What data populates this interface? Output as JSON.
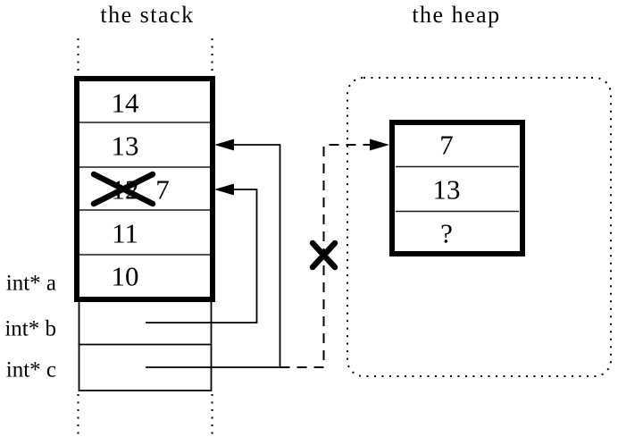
{
  "diagram": {
    "stack": {
      "title": "the stack",
      "cells": [
        {
          "value": "14"
        },
        {
          "value": "13"
        },
        {
          "value": "12",
          "crossed_out": true,
          "new_value": "7"
        },
        {
          "value": "11"
        },
        {
          "value": "10"
        }
      ],
      "pointer_labels": [
        {
          "label": "int* a"
        },
        {
          "label": "int* b"
        },
        {
          "label": "int* c"
        }
      ]
    },
    "heap": {
      "title": "the heap",
      "object_cells": [
        {
          "value": "7"
        },
        {
          "value": "13"
        },
        {
          "value": "?"
        }
      ]
    },
    "icons": {
      "crossed_out_value": "x-mark-icon",
      "invalid_pointer": "x-mark-icon",
      "stack_pointer_arrows": "arrow-left-icon",
      "heap_pointer_arrow": "arrow-right-icon"
    },
    "colors": {
      "ink": "#000000",
      "background": "#ffffff"
    }
  }
}
